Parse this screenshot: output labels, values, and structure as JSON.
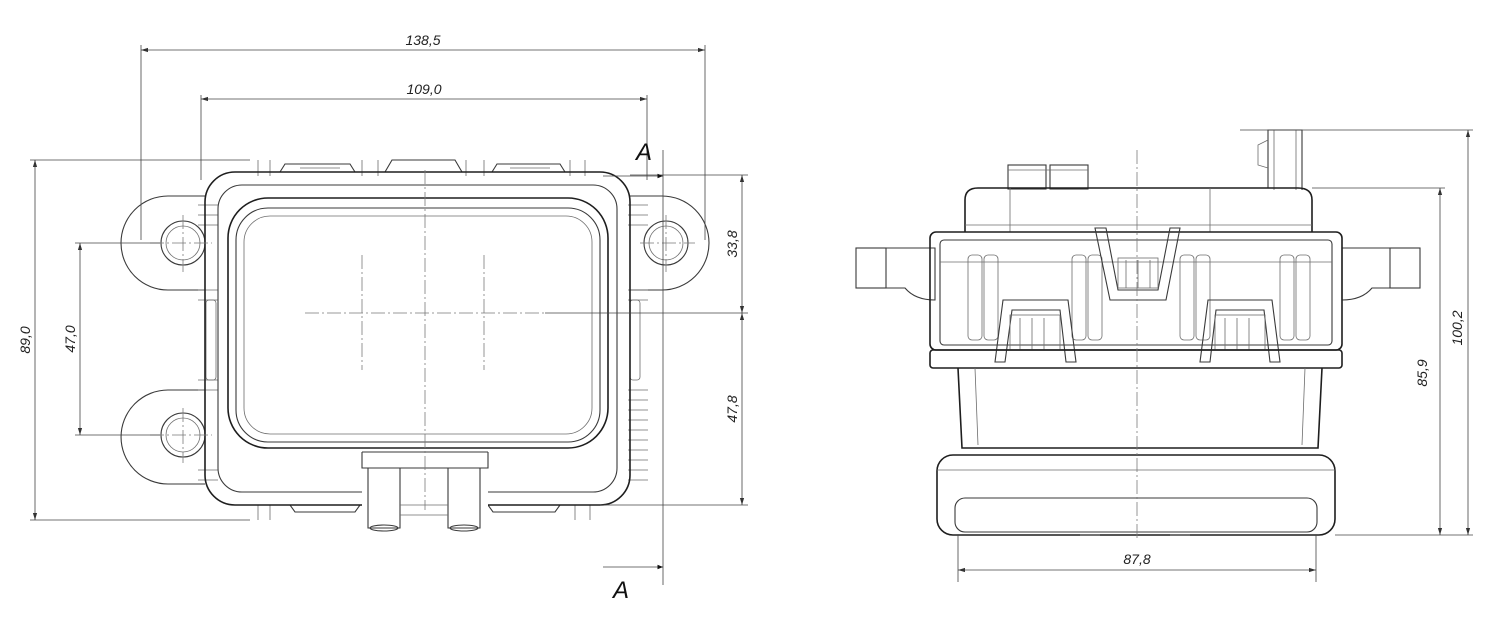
{
  "dimensions": {
    "overall_width": "138,5",
    "housing_width": "109,0",
    "overall_height": "89,0",
    "hole_spacing": "47,0",
    "upper_offset": "33,8",
    "lower_offset": "47,8",
    "bottom_width": "87,8",
    "total_height": "100,2",
    "body_height": "85,9"
  },
  "section": {
    "top_label": "A",
    "bottom_label": "A"
  }
}
